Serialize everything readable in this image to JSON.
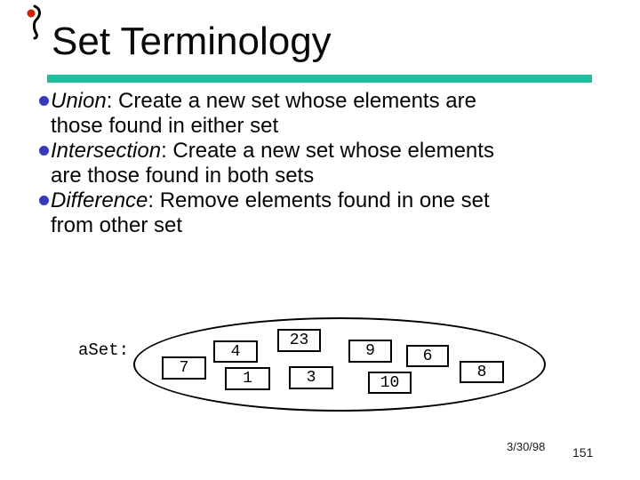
{
  "slide": {
    "title": "Set Terminology",
    "accent_color": "#1FBF9D",
    "bullet_color": "#3939C0",
    "bullets": [
      {
        "term": "Union",
        "line1": ": Create a new set whose elements are",
        "line2": "those found in either set"
      },
      {
        "term": "Intersection",
        "line1": ": Create a new set whose elements",
        "line2": "are those found in both sets"
      },
      {
        "term": "Difference",
        "line1": ": Remove elements found in one set",
        "line2": "from other set"
      }
    ],
    "diagram": {
      "set_label": "aSet:",
      "elements": [
        "7",
        "4",
        "23",
        "1",
        "3",
        "9",
        "10",
        "6",
        "8"
      ]
    },
    "footer": {
      "date": "3/30/98",
      "page_number": "151"
    }
  },
  "icons": {
    "corner_logo": "red-black-ribbon-logo"
  }
}
